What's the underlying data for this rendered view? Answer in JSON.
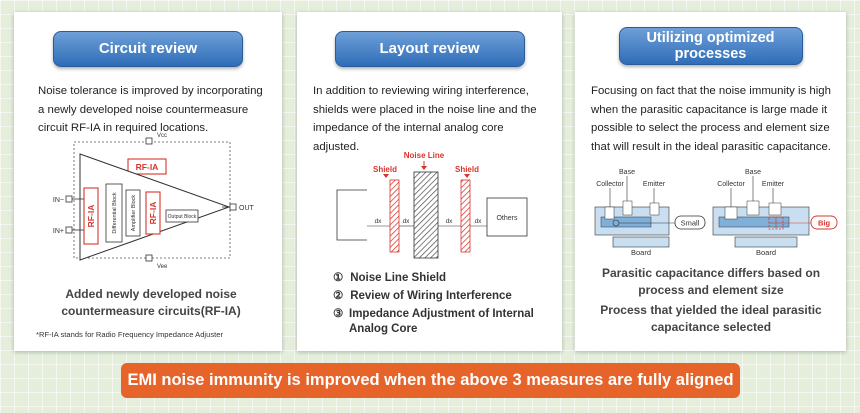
{
  "cards": [
    {
      "title": "Circuit review",
      "description": "Noise tolerance is improved by incorporating a newly developed noise countermeasure circuit RF-IA in required locations.",
      "diagram": {
        "vcc": "Vcc",
        "vee": "Vee",
        "in_minus": "IN−",
        "in_plus": "IN+",
        "out": "OUT",
        "rfia": "RF-IA",
        "blocks": [
          "Differential Block",
          "Amplifier Block",
          "Output Block"
        ]
      },
      "caption": "Added newly developed noise countermeasure circuits(RF-IA)",
      "note": "*RF-IA stands for Radio Frequency Impedance Adjuster"
    },
    {
      "title": "Layout review",
      "description": "In addition to reviewing wiring interference, shields were placed in the noise line and the impedance of the internal analog core adjusted.",
      "diagram": {
        "noise_line": "Noise Line",
        "shield": "Shield",
        "dx": "dx",
        "others": "Others"
      },
      "list": [
        {
          "num": "①",
          "text": "Noise Line Shield"
        },
        {
          "num": "②",
          "text": "Review of Wiring Interference"
        },
        {
          "num": "③",
          "text": "Impedance Adjustment of Internal Analog Core"
        }
      ]
    },
    {
      "title": "Utilizing optimized processes",
      "description": "Focusing on fact that the noise immunity is high when the parasitic capacitance is large made it possible to select the process and element size that will result in the ideal parasitic capacitance.",
      "diagram": {
        "base": "Base",
        "collector": "Collector",
        "emitter": "Emitter",
        "board": "Board",
        "small": "Small",
        "big": "Big"
      },
      "captions": [
        "Parasitic capacitance differs based on process and element size",
        "Process that yielded the ideal parasitic capacitance selected"
      ]
    }
  ],
  "banner": "EMI noise immunity is improved when the above 3 measures are fully aligned",
  "colors": {
    "accent_blue": "#2f6db8",
    "accent_red": "#d9342b",
    "banner": "#e6632a"
  }
}
